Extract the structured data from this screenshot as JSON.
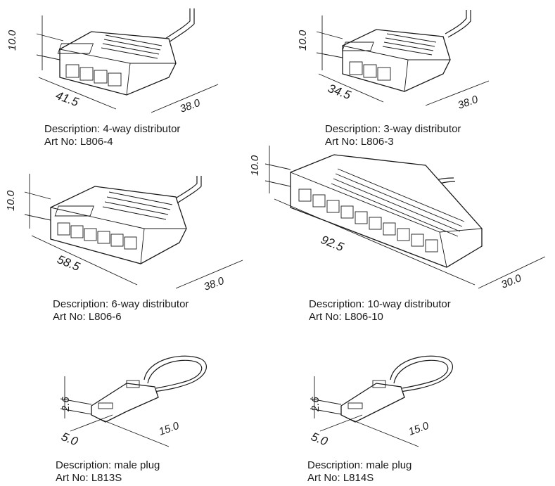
{
  "products": [
    {
      "id": "p1",
      "desc": "Description: 4-way distributor",
      "art": "Art No: L806-4",
      "dims": {
        "h": "10.0",
        "w": "41.5",
        "d": "38.0"
      },
      "ports": 4
    },
    {
      "id": "p2",
      "desc": "Description: 3-way distributor",
      "art": "Art No: L806-3",
      "dims": {
        "h": "10.0",
        "w": "34.5",
        "d": "38.0"
      },
      "ports": 3
    },
    {
      "id": "p3",
      "desc": "Description: 6-way distributor",
      "art": "Art No: L806-6",
      "dims": {
        "h": "10.0",
        "w": "58.5",
        "d": "38.0"
      },
      "ports": 6
    },
    {
      "id": "p4",
      "desc": "Description: 10-way distributor",
      "art": "Art No: L806-10",
      "dims": {
        "h": "10.0",
        "w": "92.5",
        "d": "30.0"
      },
      "ports": 10
    },
    {
      "id": "p5",
      "desc": "Description: male  plug",
      "art": "Art No: L813S",
      "dims": {
        "h": "2.6",
        "w": "5.0",
        "d": "15.0"
      }
    },
    {
      "id": "p6",
      "desc": "Description: male  plug",
      "art": "Art No: L814S",
      "dims": {
        "h": "2.6",
        "w": "5.0",
        "d": "15.0"
      }
    }
  ]
}
